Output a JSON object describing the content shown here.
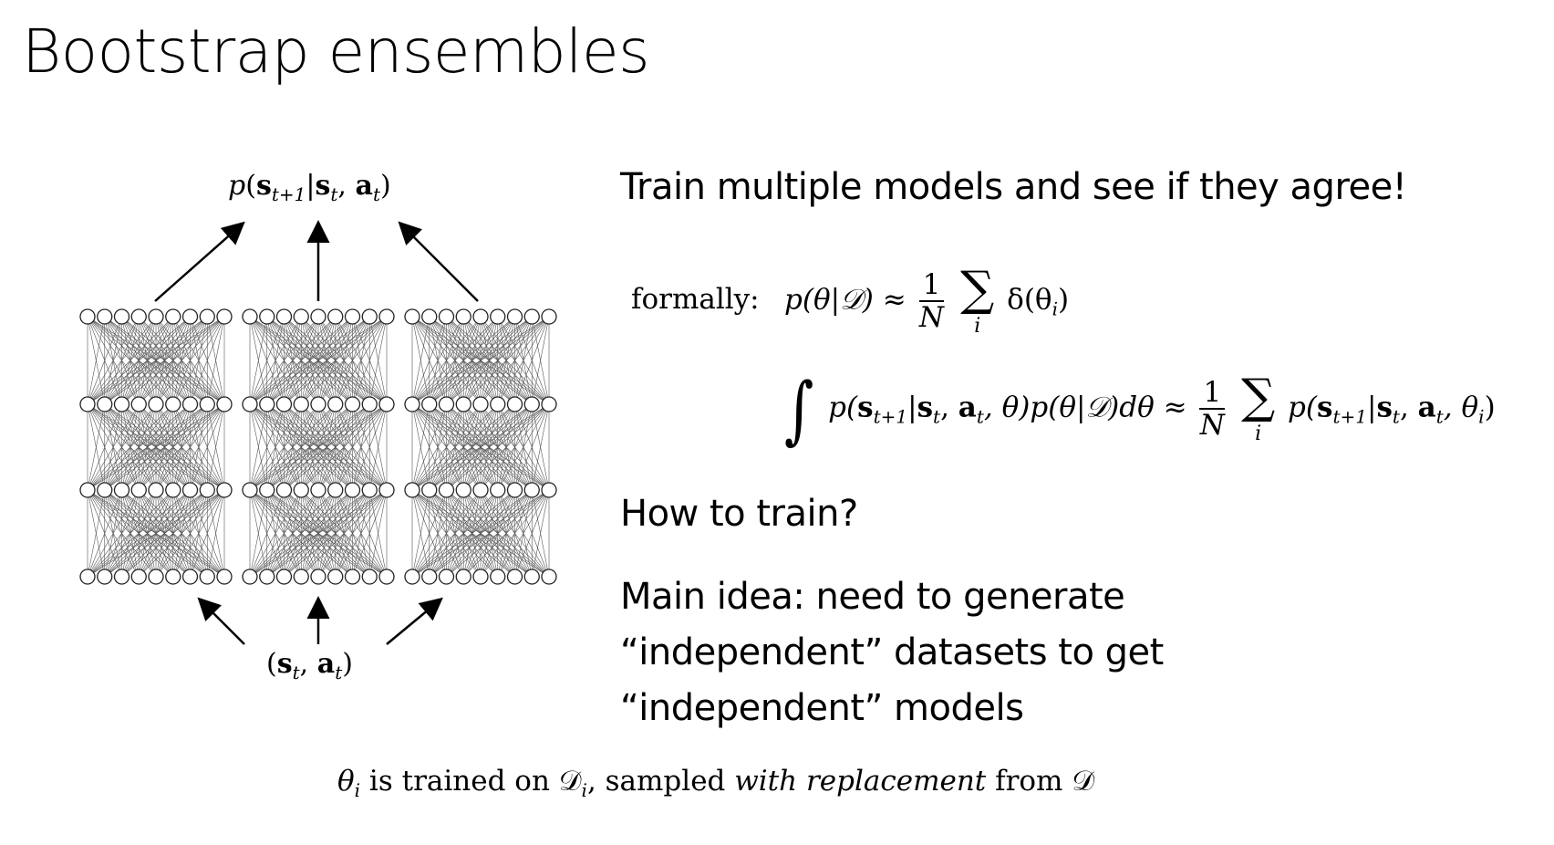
{
  "slide": {
    "title": "Bootstrap ensembles",
    "headline": "Train multiple models and see if they agree!",
    "how_to_train": "How to train?",
    "main_idea_lines": [
      "Main idea: need to generate",
      "“independent” datasets to get",
      "“independent” models"
    ]
  },
  "diagram": {
    "output_label": "p(s_{t+1} | s_t, a_t)",
    "input_label": "(s_t, a_t)",
    "network_count": 3,
    "layer_count": 4,
    "nodes_per_layer": 9
  },
  "formulas": {
    "formally_label": "formally:",
    "f1": {
      "lhs": "p(θ|𝒟) ≈",
      "frac_num": "1",
      "frac_den": "N",
      "sum_index": "i",
      "term": "δ(θ",
      "term_sub": "i",
      "term_close": ")"
    },
    "f2": {
      "integral": "∫",
      "part1": "p(",
      "s": "s",
      "s_sub": "t+1",
      "mid1": "|",
      "st": "s",
      "st_sub": "t",
      "comma1": ", ",
      "at": "a",
      "at_sub": "t",
      "part2": ", θ)p(θ|𝒟)dθ ≈",
      "frac_num": "1",
      "frac_den": "N",
      "sum_index": "i",
      "r_part1": "p(",
      "r_s_sub": "t+1",
      "r_st_sub": "t",
      "r_at_sub": "t",
      "r_part2": ", θ",
      "r_theta_sub": "i",
      "r_close": ")"
    }
  },
  "caption": {
    "theta": "θ",
    "theta_sub": "i",
    "text1": " is trained on ",
    "D": "𝒟",
    "D_sub": "i",
    "text2": ", sampled ",
    "emph": "with replacement",
    "text3": " from ",
    "D2": "𝒟"
  }
}
